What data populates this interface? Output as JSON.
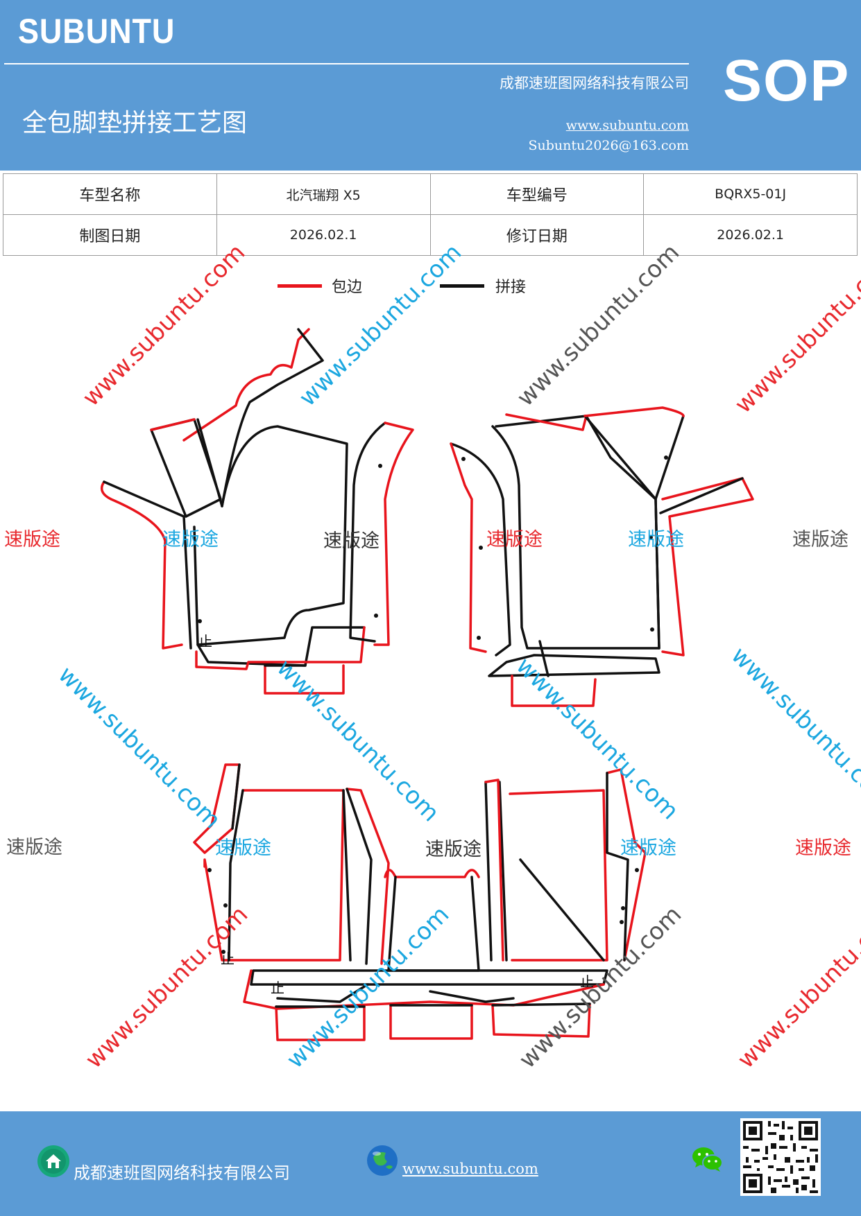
{
  "header": {
    "brand": "SUBUNTU",
    "company": "成都速班图网络科技有限公司",
    "doc_title": "全包脚垫拼接工艺图",
    "website": "www.subuntu.com",
    "email": "Subuntu2026@163.com",
    "sop": "SOP",
    "background_color": "#5b9bd5"
  },
  "info_table": {
    "rows": [
      [
        {
          "label": "车型名称",
          "value": "北汽瑞翔 X5"
        },
        {
          "label": "车型编号",
          "value": "BQRX5-01J"
        }
      ],
      [
        {
          "label": "制图日期",
          "value": "2026.02.1"
        },
        {
          "label": "修订日期",
          "value": "2026.02.1"
        }
      ]
    ]
  },
  "legend": {
    "wrap_label": "包边",
    "wrap_color": "#e8141c",
    "join_label": "拼接",
    "join_color": "#111111"
  },
  "watermark": {
    "brand_text": "速版途",
    "site_text": "www.subuntu.com",
    "colors": {
      "red": "#e8292e",
      "blue": "#1ba7e0",
      "gray": "#555555"
    }
  },
  "diagram": {
    "stop_mark": "止"
  },
  "footer": {
    "company": "成都速班图网络科技有限公司",
    "website": "www.subuntu.com",
    "icons": [
      "home-icon",
      "globe-icon",
      "wechat-icon",
      "qr-code"
    ]
  }
}
